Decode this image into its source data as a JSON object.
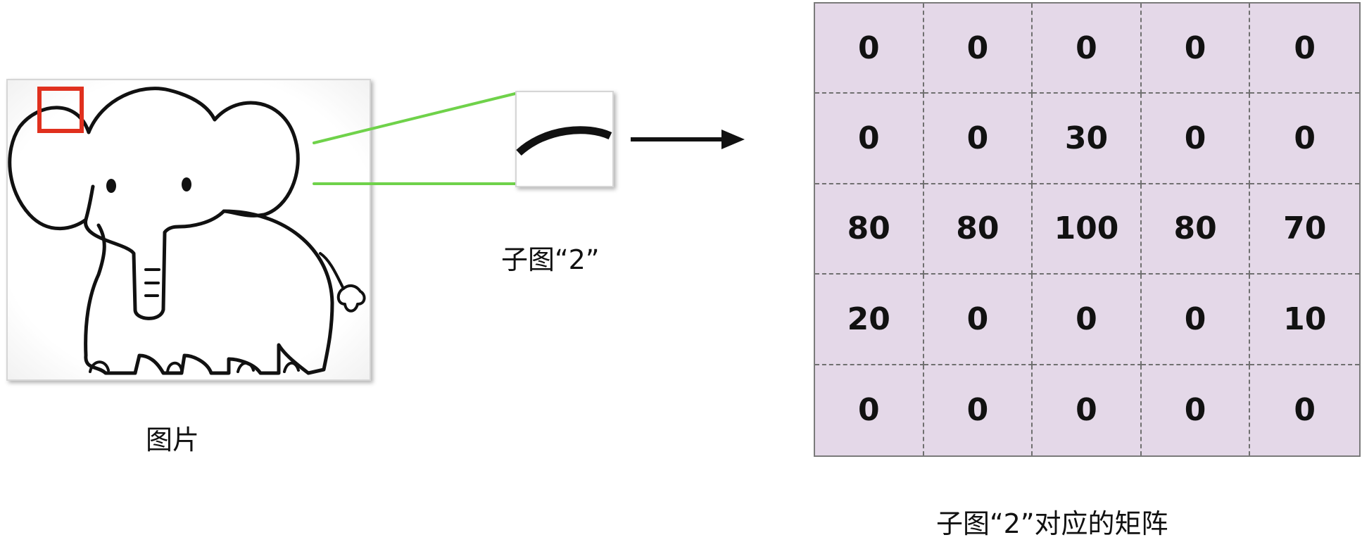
{
  "captions": {
    "image": "图片",
    "subimage": "子图“2”",
    "matrix": "子图“2”对应的矩阵"
  },
  "matrix": [
    [
      "0",
      "0",
      "0",
      "0",
      "0"
    ],
    [
      "0",
      "0",
      "30",
      "0",
      "0"
    ],
    [
      "80",
      "80",
      "100",
      "80",
      "70"
    ],
    [
      "20",
      "0",
      "0",
      "0",
      "10"
    ],
    [
      "0",
      "0",
      "0",
      "0",
      "0"
    ]
  ],
  "colors": {
    "selection_box": "#e0301e",
    "connector_lines": "#6fd24a",
    "matrix_background": "#e4d8e8",
    "arrow": "#111111"
  }
}
